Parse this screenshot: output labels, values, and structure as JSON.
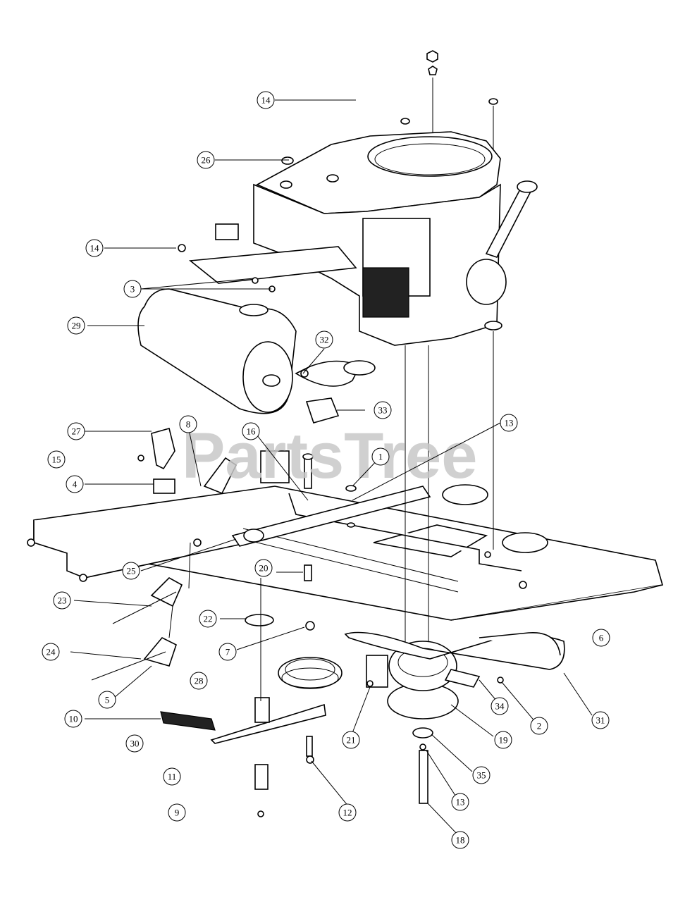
{
  "watermark": "PartsTree",
  "callouts": [
    {
      "id": "1",
      "label": "1"
    },
    {
      "id": "2",
      "label": "2"
    },
    {
      "id": "3",
      "label": "3"
    },
    {
      "id": "4",
      "label": "4"
    },
    {
      "id": "5",
      "label": "5"
    },
    {
      "id": "6",
      "label": "6"
    },
    {
      "id": "7",
      "label": "7"
    },
    {
      "id": "8",
      "label": "8"
    },
    {
      "id": "9",
      "label": "9"
    },
    {
      "id": "10",
      "label": "10"
    },
    {
      "id": "11",
      "label": "11"
    },
    {
      "id": "12",
      "label": "12"
    },
    {
      "id": "13a",
      "label": "13"
    },
    {
      "id": "13b",
      "label": "13"
    },
    {
      "id": "14a",
      "label": "14"
    },
    {
      "id": "14b",
      "label": "14"
    },
    {
      "id": "15",
      "label": "15"
    },
    {
      "id": "16",
      "label": "16"
    },
    {
      "id": "18",
      "label": "18"
    },
    {
      "id": "19",
      "label": "19"
    },
    {
      "id": "20",
      "label": "20"
    },
    {
      "id": "21",
      "label": "21"
    },
    {
      "id": "22",
      "label": "22"
    },
    {
      "id": "23",
      "label": "23"
    },
    {
      "id": "24",
      "label": "24"
    },
    {
      "id": "25",
      "label": "25"
    },
    {
      "id": "26",
      "label": "26"
    },
    {
      "id": "27",
      "label": "27"
    },
    {
      "id": "28",
      "label": "28"
    },
    {
      "id": "29",
      "label": "29"
    },
    {
      "id": "30",
      "label": "30"
    },
    {
      "id": "31",
      "label": "31"
    },
    {
      "id": "32",
      "label": "32"
    },
    {
      "id": "33",
      "label": "33"
    },
    {
      "id": "34",
      "label": "34"
    },
    {
      "id": "35",
      "label": "35"
    }
  ]
}
